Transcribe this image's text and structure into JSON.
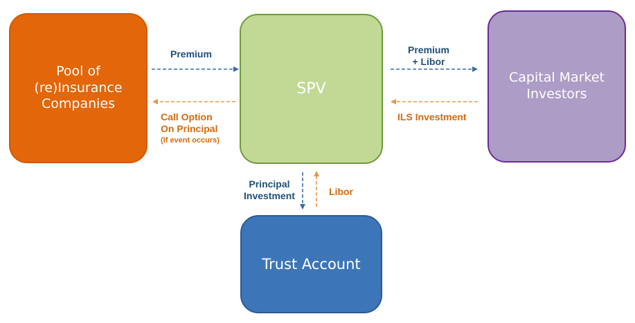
{
  "colors": {
    "pool_fill": "#e36608",
    "spv_fill": "#c1d995",
    "investors_fill": "#ac9cc6",
    "trust_fill": "#3c76b8",
    "blue_arrow": "#3a6aa6",
    "blue_text": "#1f4e7a",
    "orange_arrow": "#e8954a",
    "orange_text": "#d66a0a"
  },
  "nodes": {
    "pool": "Pool of\n(re)Insurance\nCompanies",
    "spv": "SPV",
    "investors": "Capital Market\nInvestors",
    "trust": "Trust Account"
  },
  "flows": {
    "premium": "Premium",
    "call_option": "Call Option\nOn Principal",
    "call_option_note": "(If event occurs)",
    "premium_libor": "Premium\n+ Libor",
    "ils_investment": "ILS Investment",
    "principal_investment": "Principal\nInvestment",
    "libor": "Libor"
  }
}
